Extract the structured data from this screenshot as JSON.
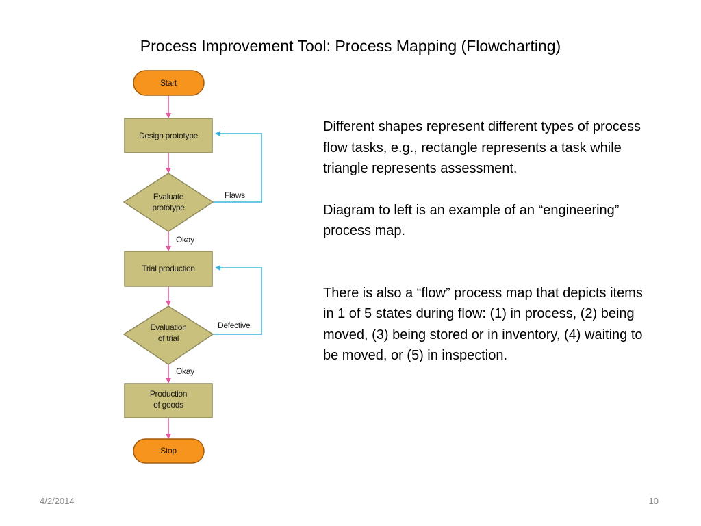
{
  "slide": {
    "title": "Process Improvement Tool: Process Mapping (Flowcharting)",
    "date": "4/2/2014",
    "page_number": "10"
  },
  "flowchart": {
    "nodes": {
      "start": "Start",
      "design": "Design prototype",
      "evaluate_line1": "Evaluate",
      "evaluate_line2": "prototype",
      "trial": "Trial production",
      "evaluation_line1": "Evaluation",
      "evaluation_line2": "of trial",
      "production_line1": "Production",
      "production_line2": "of goods",
      "stop": "Stop"
    },
    "edges": {
      "flaws": "Flaws",
      "okay_1": "Okay",
      "defective": "Defective",
      "okay_2": "Okay"
    },
    "colors": {
      "terminal_fill": "#f7941d",
      "terminal_stroke": "#a35a0a",
      "process_fill": "#c9c07e",
      "process_stroke": "#8f8a5c",
      "decision_fill": "#c9c07e",
      "arrow_main": "#e0589e",
      "arrow_feedback": "#3bb3e0"
    }
  },
  "text": {
    "paragraph_1": "Different shapes represent different types of process flow tasks, e.g., rectangle represents a task while triangle represents assessment.",
    "paragraph_2": "Diagram to left is an example of an “engineering” process map.",
    "paragraph_3": "There is also a “flow” process map that depicts items in 1 of 5 states during flow: (1) in process, (2) being moved, (3) being stored or in inventory, (4) waiting to be moved, or (5) in inspection."
  }
}
